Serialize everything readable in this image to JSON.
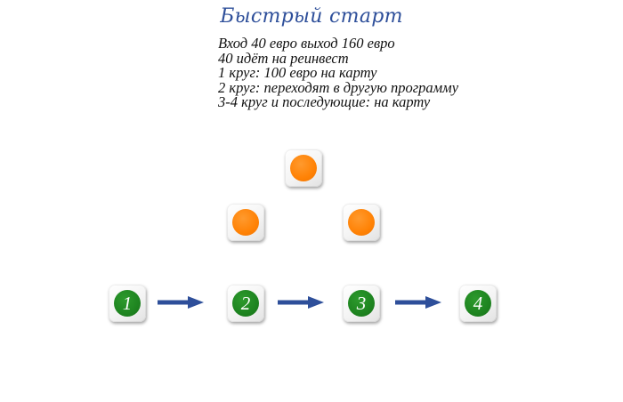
{
  "title": "Быстрый старт",
  "rules": [
    "Вход 40 евро выход 160 евро",
    "40 идёт на реинвест",
    "1 круг: 100 евро на карту",
    "2 круг: переходят в другую программу",
    "3-4 круг и последующие: на карту"
  ],
  "pyramid_icon": "orange-dot-icon",
  "steps": [
    "1",
    "2",
    "3",
    "4"
  ],
  "arrow_icon": "arrow-right-icon",
  "colors": {
    "title": "#2e4f9a",
    "orange": "#ff8205",
    "green": "#1e8420",
    "arrow": "#2e4f9a"
  }
}
